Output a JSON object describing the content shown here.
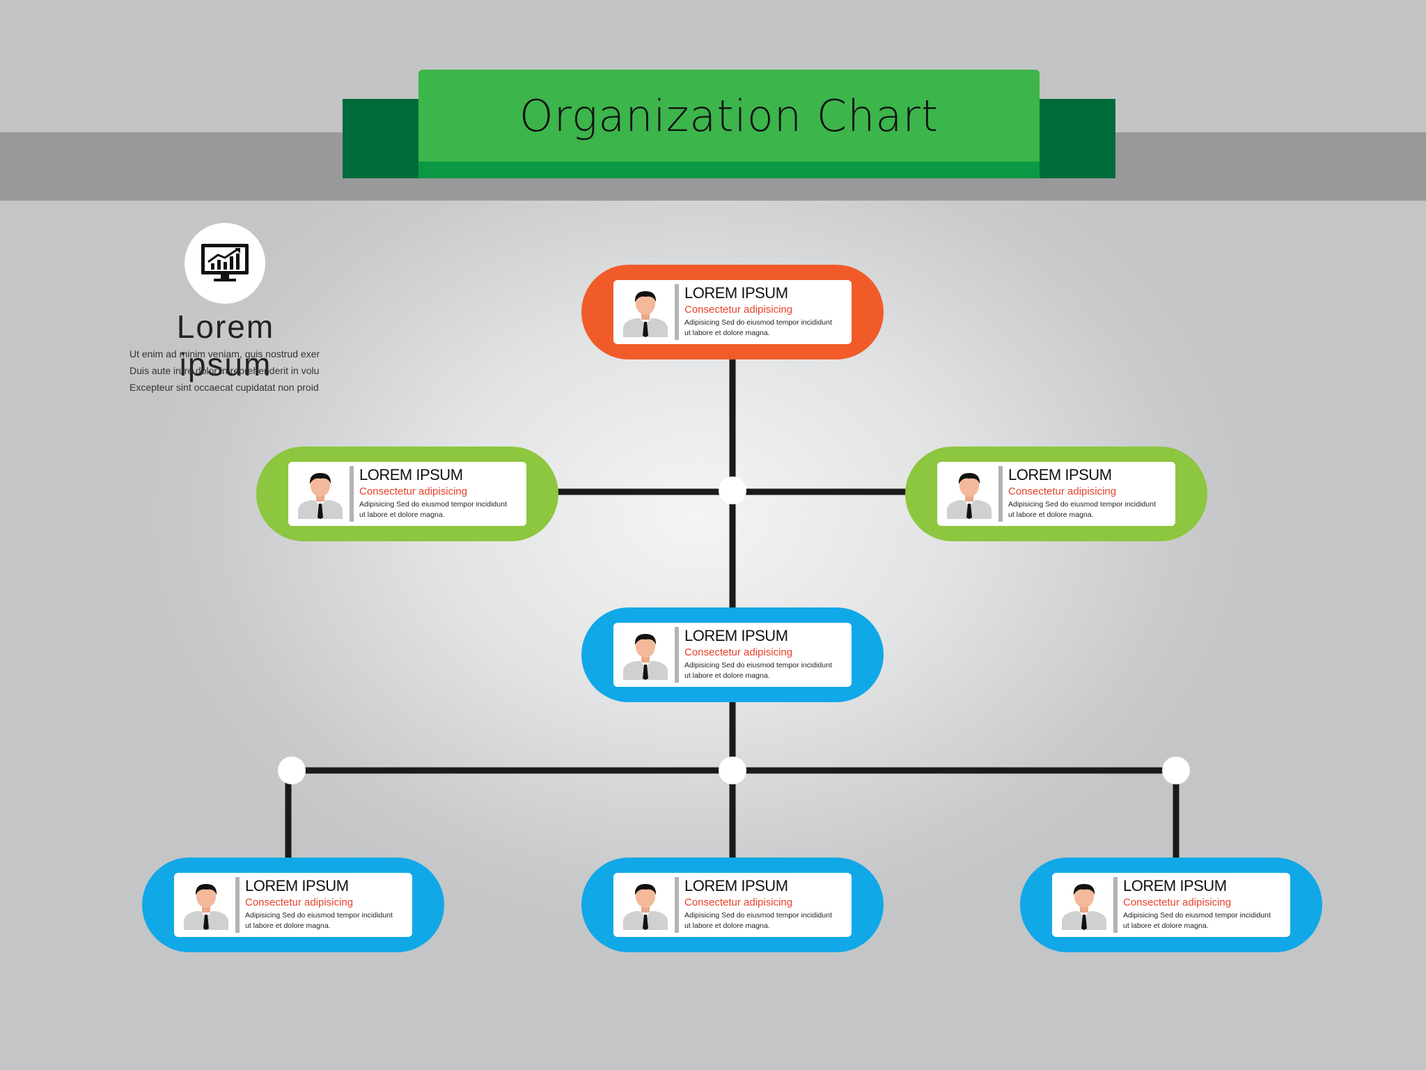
{
  "header": {
    "title": "Organization Chart"
  },
  "side_panel": {
    "icon": "chart-monitor-icon",
    "heading": "Lorem  ipsum",
    "lines": [
      "Ut enim ad minim veniam, quis nostrud exer",
      "Duis aute irure dolor in reprehenderit in volu",
      "Excepteur sint occaecat cupidatat non proid"
    ]
  },
  "colors": {
    "ribbon": "#3cb54b",
    "ribbon_dark": "#006b3a",
    "top_node": "#f15b2a",
    "second_level": "#8dc63f",
    "lower_levels": "#11a8e8",
    "subtitle_text": "#e8412a"
  },
  "nodes": {
    "top": {
      "title": "LOREM IPSUM",
      "subtitle": "Consectetur adipisicing",
      "desc1": "Adipisicing Sed do eiusmod tempor incididunt",
      "desc2": "ut labore et dolore magna."
    },
    "left": {
      "title": "LOREM IPSUM",
      "subtitle": "Consectetur adipisicing",
      "desc1": "Adipisicing Sed do eiusmod tempor incididunt",
      "desc2": "ut labore et dolore magna."
    },
    "right": {
      "title": "LOREM IPSUM",
      "subtitle": "Consectetur adipisicing",
      "desc1": "Adipisicing Sed do eiusmod tempor incididunt",
      "desc2": "ut labore et dolore magna."
    },
    "middle": {
      "title": "LOREM IPSUM",
      "subtitle": "Consectetur adipisicing",
      "desc1": "Adipisicing Sed do eiusmod tempor incididunt",
      "desc2": "ut labore et dolore magna."
    },
    "bottom_left": {
      "title": "LOREM IPSUM",
      "subtitle": "Consectetur adipisicing",
      "desc1": "Adipisicing Sed do eiusmod tempor incididunt",
      "desc2": "ut labore et dolore magna."
    },
    "bottom_center": {
      "title": "LOREM IPSUM",
      "subtitle": "Consectetur adipisicing",
      "desc1": "Adipisicing Sed do eiusmod tempor incididunt",
      "desc2": "ut labore et dolore magna."
    },
    "bottom_right": {
      "title": "LOREM IPSUM",
      "subtitle": "Consectetur adipisicing",
      "desc1": "Adipisicing Sed do eiusmod tempor incididunt",
      "desc2": "ut labore et dolore magna."
    }
  },
  "avatar_icon": "person-avatar-icon"
}
